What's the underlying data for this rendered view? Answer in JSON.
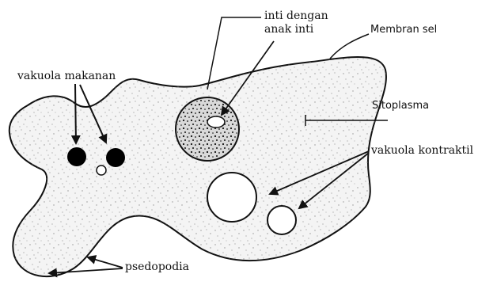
{
  "diagram": {
    "labels": {
      "nucleus_line1": "inti dengan",
      "nucleus_line2": "anak inti",
      "membrane": "Membran sel",
      "food_vacuole": "vakuola makanan",
      "cytoplasm": "Sitoplasma",
      "contractile_vacuole": "vakuola kontraktil",
      "pseudopodia": "psedopodia"
    }
  },
  "colors": {
    "cell_fill": "#f4f4f4",
    "outline": "#111111",
    "speckle": "#8a8a8a",
    "nucleus_fill": "#d9d9d9",
    "vacuole_fill": "#ffffff",
    "food_vacuole_fill": "#000000"
  }
}
